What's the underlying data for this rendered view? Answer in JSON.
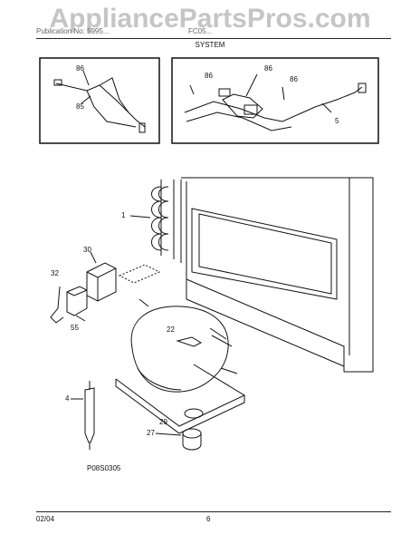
{
  "watermark": "AppliancePartsPros.com",
  "header": {
    "left": "Publication No: 5995...",
    "right": "FC05...",
    "section": "SYSTEM"
  },
  "part_labels": {
    "inset1_a": "86",
    "inset1_b": "85",
    "inset2_a": "86",
    "inset2_b": "86",
    "inset2_c": "86",
    "inset2_d": "5",
    "condenser": "1",
    "relay_cover": "30",
    "overload_wire": "32",
    "relay": "55",
    "clip": "22",
    "drier": "4",
    "compressor": "29",
    "grommet": "27"
  },
  "diagram_code": "P08S0305",
  "footer": {
    "date": "02/04",
    "page": "6"
  }
}
